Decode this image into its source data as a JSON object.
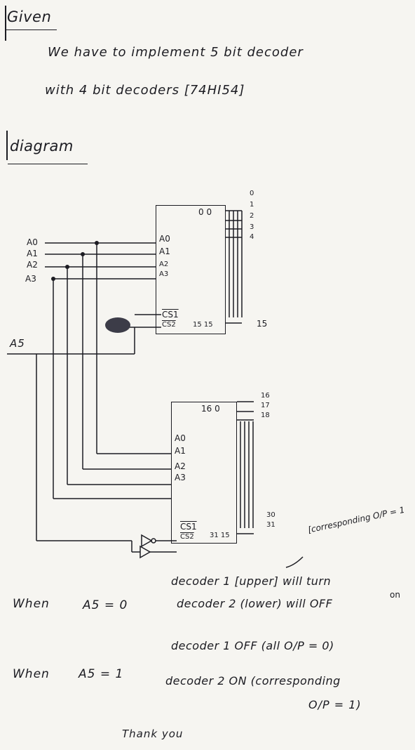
{
  "heading_given": "Given",
  "problem_line1": "We have to implement 5 bit decoder",
  "problem_line2": "with 4 bit decoders [74HI54]",
  "heading_diagram": "diagram",
  "inputs": {
    "a0": "A0",
    "a1": "A1",
    "a2": "A2",
    "a3": "A3",
    "a5": "A5"
  },
  "decoder_upper": {
    "pins": [
      "A0",
      "A1",
      "A2",
      "A3"
    ],
    "cs1": "CS1",
    "cs2": "CS2",
    "top_output": "0 0",
    "bottom_output": "15 15",
    "right_labels": [
      "0",
      "1",
      "2",
      "3",
      "4"
    ],
    "right_bottom_label": "15"
  },
  "decoder_lower": {
    "pins": [
      "A0",
      "A1",
      "A2",
      "A3"
    ],
    "cs1": "CS1",
    "cs2": "CS2",
    "top_output": "16 0",
    "bottom_output": "31 15",
    "right_labels": [
      "16",
      "17",
      "18"
    ],
    "right_bottom_labels": [
      "30",
      "31"
    ]
  },
  "corresponding_note": "[corresponding O/P = 1",
  "when1": {
    "label": "When",
    "condition": "A5 = 0",
    "line1": "decoder 1 [upper] will turn",
    "line2": "decoder 2 (lower) will OFF",
    "annotation": "on"
  },
  "when2": {
    "label": "When",
    "condition": "A5 = 1",
    "line1": "decoder 1 OFF (all O/P = 0)",
    "line2": "decoder 2 ON (corresponding",
    "line3": "O/P = 1)"
  },
  "closing": "Thank you"
}
